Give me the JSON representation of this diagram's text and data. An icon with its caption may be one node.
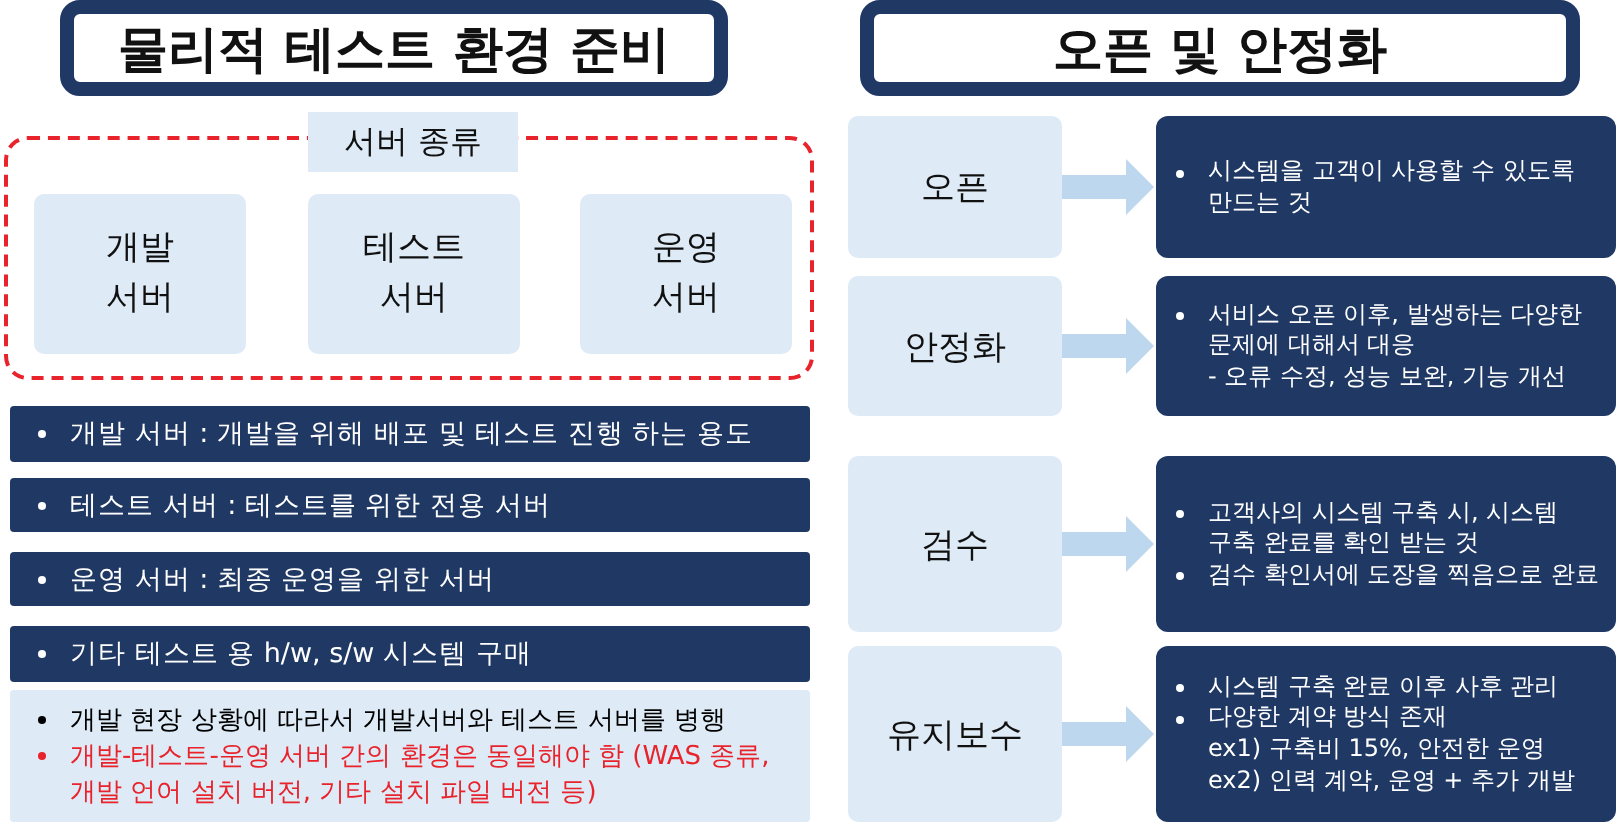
{
  "diagram": {
    "nodes": [
      {
        "text": [
          "물리적 테스트 환경 준비"
        ]
      },
      {
        "text": [
          "오픈 및 안정화"
        ]
      },
      {
        "text": [
          "서버 종류"
        ]
      },
      {
        "text": [
          "개발 서버"
        ],
        "in": 2
      },
      {
        "text": [
          "테스트 서버"
        ],
        "in": 2
      },
      {
        "text": [
          "운영 서버"
        ],
        "in": 2
      },
      {
        "text": [
          "개발 서버 : 개발을 위해 배포 및 테스트 진행 하는 용도"
        ]
      },
      {
        "text": [
          "테스트 서버 : 테스트를 위한 전용 서버"
        ]
      },
      {
        "text": [
          "운영 서버 : 최종 운영을 위한 서버"
        ]
      },
      {
        "text": [
          "기타 테스트 용 h/w, s/w 시스템 구매"
        ]
      },
      {
        "text": [
          "개발 현장 상황에 따라서 개발서버와 테스트 서버를 병행",
          "개발-테스트-운영 서버 간의 환경은 동일해야 함 (WAS 종류, 개발 언어 설치 버전, 기타 설치 파일 버전 등)"
        ]
      },
      {
        "text": [
          "오픈"
        ]
      },
      {
        "text": [
          "안정화"
        ]
      },
      {
        "text": [
          "검수"
        ]
      },
      {
        "text": [
          "유지보수"
        ]
      },
      {
        "text": [
          "시스템을 고객이 사용할 수 있도록 만드는 것"
        ]
      },
      {
        "text": [
          "서비스 오픈 이후, 발생하는 다양한 문제에 대해서 대응",
          "- 오류 수정, 성능 보완, 기능 개선"
        ]
      },
      {
        "text": [
          "고객사의 시스템 구축 시, 시스템 구축 완료를 확인 받는 것",
          "검수 확인서에 도장을 찍음으로 완료"
        ]
      },
      {
        "text": [
          "시스템 구축 완료 이후 사후 관리",
          "다양한 계약 방식 존재",
          "ex1) 구축비 15%, 안전한 운영",
          "ex2) 인력 계약, 운영 + 추가 개발"
        ]
      }
    ],
    "edges": [
      {
        "from": 11,
        "to": 15,
        "arrow": "to"
      },
      {
        "from": 12,
        "to": 16,
        "arrow": "to"
      },
      {
        "from": 13,
        "to": 17,
        "arrow": "to"
      },
      {
        "from": 14,
        "to": 18,
        "arrow": "to"
      }
    ]
  }
}
